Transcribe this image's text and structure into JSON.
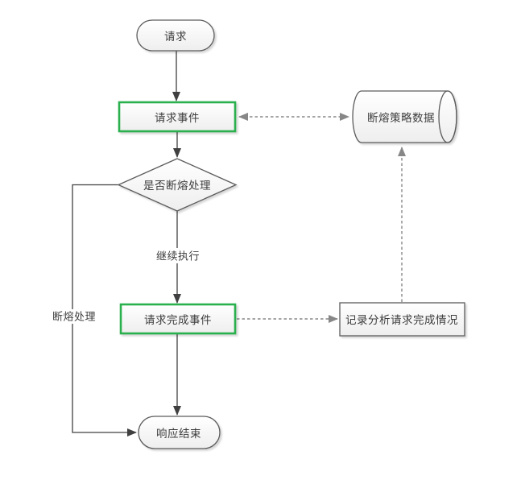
{
  "diagram": {
    "type": "flowchart",
    "background": "#ffffff",
    "colors": {
      "accent_green": "#2bb04e",
      "shape_border": "#5b5b5b",
      "solid_line": "#404040",
      "dashed_line": "#878787",
      "text": "#3d3d3d",
      "shape_fill_top": "#ffffff",
      "shape_fill_bottom": "#eeeeee"
    },
    "nodes": {
      "start": {
        "shape": "terminator",
        "label": "请求"
      },
      "request_event": {
        "shape": "process-highlight",
        "label": "请求事件"
      },
      "strategy_db": {
        "shape": "database-cylinder",
        "label": "断熔策略数据"
      },
      "decision": {
        "shape": "decision-diamond",
        "label": "是否断熔处理"
      },
      "request_complete_event": {
        "shape": "process-highlight",
        "label": "请求完成事件"
      },
      "record_analysis": {
        "shape": "process",
        "label": "记录分析请求完成情况"
      },
      "end": {
        "shape": "terminator",
        "label": "响应结束"
      }
    },
    "edges": [
      {
        "from": "start",
        "to": "request_event",
        "style": "solid-arrow",
        "label": ""
      },
      {
        "from": "request_event",
        "to": "strategy_db",
        "style": "dashed-double-arrow",
        "label": ""
      },
      {
        "from": "request_event",
        "to": "decision",
        "style": "solid-arrow",
        "label": ""
      },
      {
        "from": "decision",
        "to": "request_complete_event",
        "style": "solid-arrow",
        "label": "继续执行"
      },
      {
        "from": "decision",
        "to": "end",
        "style": "solid-arrow-elbow",
        "label": "断熔处理"
      },
      {
        "from": "request_complete_event",
        "to": "record_analysis",
        "style": "dashed-arrow",
        "label": ""
      },
      {
        "from": "record_analysis",
        "to": "strategy_db",
        "style": "dashed-arrow",
        "label": ""
      },
      {
        "from": "request_complete_event",
        "to": "end",
        "style": "solid-arrow",
        "label": ""
      }
    ],
    "edge_labels": {
      "continue_execution": "继续执行",
      "breaker_handling": "断熔处理"
    }
  }
}
